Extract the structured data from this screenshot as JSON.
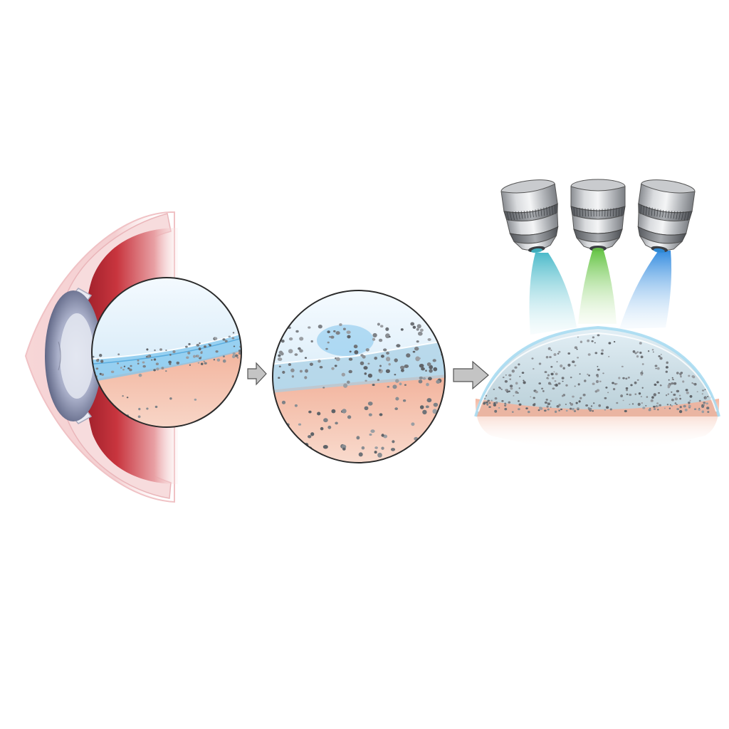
{
  "diagram": {
    "panels": [
      {
        "id": "eye-cross-section"
      },
      {
        "id": "magnified-cornea"
      },
      {
        "id": "microscopy-imaging"
      }
    ],
    "objectives": [
      {
        "id": "left",
        "beam_color": "#3fb8c8"
      },
      {
        "id": "center",
        "beam_color": "#6cc84a"
      },
      {
        "id": "right",
        "beam_color": "#2f8fe0"
      }
    ],
    "colors": {
      "sclera_red": "#c0313a",
      "eyelid_pink": "#f2c6c8",
      "iris_slate": "#6f7590",
      "tear_blue": "#5ab4e6",
      "tissue_peach": "#f2b9a0",
      "particle_gray": "#777b80",
      "arrow_gray": "#b8b8b8"
    }
  }
}
